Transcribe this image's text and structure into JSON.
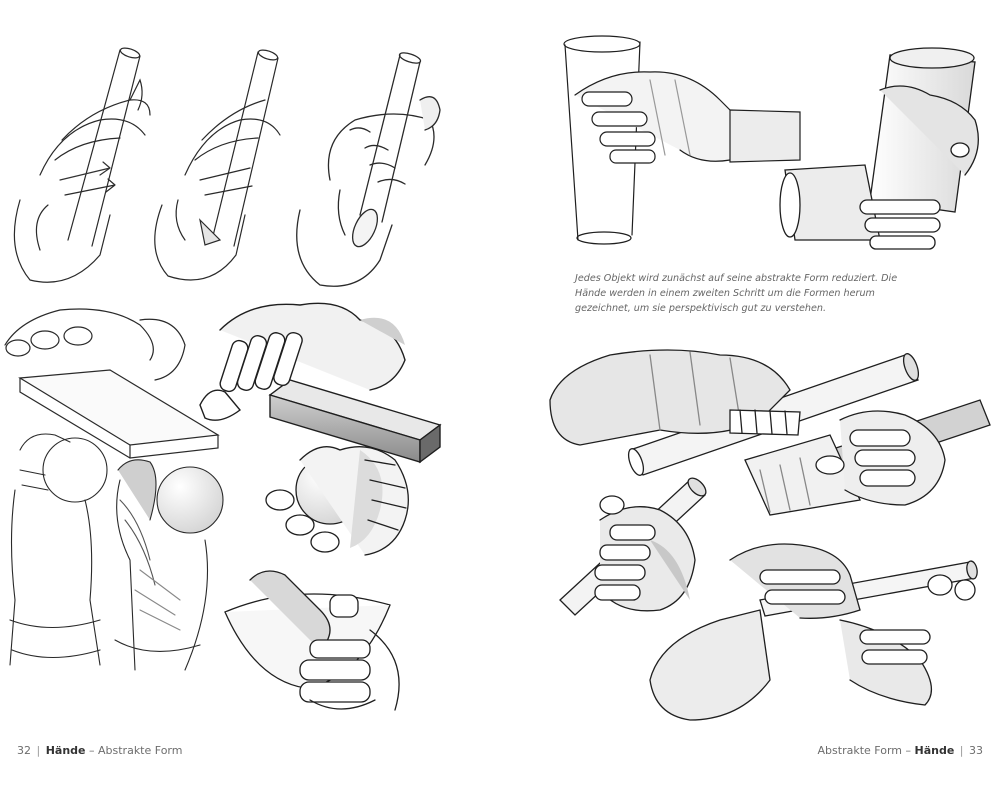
{
  "caption": "Jedes Objekt wird zunächst auf seine abstrakte Form reduziert. Die Hände werden in einem zweiten Schritt um die Formen herum gezeichnet, um sie perspektivisch gut zu verstehen.",
  "footer_left": {
    "page_number": "32",
    "chapter": "Hände",
    "separator": "–",
    "section": "Abstrakte Form"
  },
  "footer_right": {
    "section": "Abstrakte Form",
    "separator": "–",
    "chapter": "Hände",
    "page_number": "33"
  }
}
